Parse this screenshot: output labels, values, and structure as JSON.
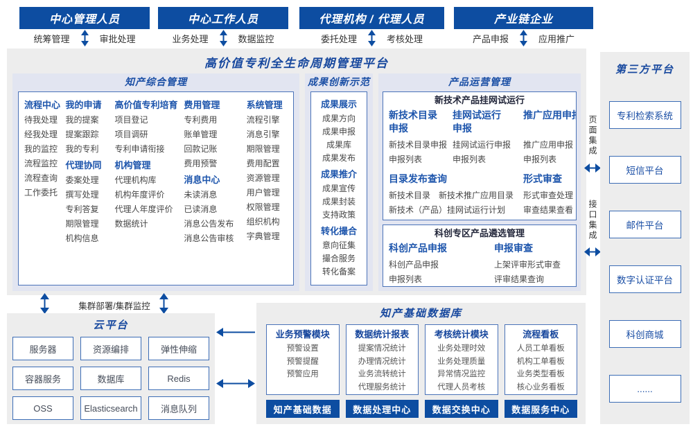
{
  "colors": {
    "primary_blue": "#0d4da1",
    "title_blue": "#17489e",
    "header_blue": "#1d55ac",
    "panel_bg": "#e2e5f1",
    "gray_bg": "#ededed",
    "border_blue": "#4a72b8"
  },
  "top_groups": [
    {
      "title": "中心管理人员",
      "left": "统筹管理",
      "right": "审批处理"
    },
    {
      "title": "中心工作人员",
      "left": "业务处理",
      "right": "数据监控"
    },
    {
      "title": "代理机构 / 代理人员",
      "left": "委托处理",
      "right": "考核处理"
    },
    {
      "title": "产业链企业",
      "left": "产品申报",
      "right": "应用推广"
    }
  ],
  "platform_title": "高价值专利全生命周期管理平台",
  "ip": {
    "title": "知产综合管理",
    "groups": {
      "process": {
        "header": "流程中心",
        "items": [
          "待我处理",
          "经我处理",
          "我的监控",
          "流程监控",
          "流程查询",
          "工作委托"
        ]
      },
      "my_apply": {
        "header": "我的申请",
        "items": [
          "我的提案",
          "提案跟踪",
          "我的专利"
        ]
      },
      "agency": {
        "header": "代理协同",
        "items": [
          "委案处理",
          "撰写处理",
          "专利答复",
          "期限管理",
          "机构信息"
        ]
      },
      "cultivate": {
        "header": "高价值专利培育",
        "items": [
          "项目登记",
          "项目调研",
          "专利申请衔接"
        ]
      },
      "org": {
        "header": "机构管理",
        "items": [
          "代理机构库",
          "机构年度评价",
          "代理人年度评价",
          "数据统计"
        ]
      },
      "fee": {
        "header": "费用管理",
        "items": [
          "专利费用",
          "账单管理",
          "回款记账",
          "费用预警"
        ]
      },
      "message": {
        "header": "消息中心",
        "items": [
          "未读消息",
          "已读消息",
          "消息公告发布",
          "消息公告审核"
        ]
      },
      "system": {
        "header": "系统管理",
        "items": [
          "流程引擎",
          "消息引擎",
          "期限管理",
          "费用配置",
          "资源管理",
          "用户管理",
          "权限管理",
          "组织机构",
          "字典管理"
        ]
      }
    }
  },
  "achievement": {
    "title": "成果创新示范",
    "groups": {
      "display": {
        "header": "成果展示",
        "items": [
          "成果方向",
          "成果申报",
          "成果库",
          "成果发布"
        ]
      },
      "promo": {
        "header": "成果推介",
        "items": [
          "成果宣传",
          "成果封装",
          "支持政策"
        ]
      },
      "match": {
        "header": "转化撮合",
        "items": [
          "意向征集",
          "撮合服务",
          "转化备案"
        ]
      }
    }
  },
  "product_ops": {
    "title": "产品运营管理",
    "box1": {
      "title": "新技术产品挂网试运行",
      "g1": {
        "header": "新技术目录申报",
        "items": [
          "新技术目录申报",
          "申报列表"
        ]
      },
      "g2": {
        "header": "挂网试运行申报",
        "items": [
          "挂网试运行申报",
          "申报列表"
        ]
      },
      "g3": {
        "header": "推广应用申报",
        "items": [
          "推广应用申报",
          "申报列表"
        ]
      },
      "g4": {
        "header": "目录发布查询",
        "items": [
          "新技术目录",
          "新技术推广应用目录",
          "新技术（产品）挂网试运行计划"
        ]
      },
      "g5": {
        "header": "形式审查",
        "items": [
          "形式审查处理",
          "审查结果查看"
        ]
      }
    },
    "box2": {
      "title": "科创专区产品遴选管理",
      "g1": {
        "header": "科创产品申报",
        "items": [
          "科创产品申报",
          "申报列表"
        ]
      },
      "g2": {
        "header": "申报审查",
        "items": [
          "上架评审形式审查",
          "评审结果查询"
        ]
      }
    }
  },
  "cluster_label": "集群部署/集群监控",
  "cloud": {
    "title": "云平台",
    "items": [
      "服务器",
      "资源编排",
      "弹性伸缩",
      "容器服务",
      "数据库",
      "Redis",
      "OSS",
      "Elasticsearch",
      "消息队列"
    ]
  },
  "database": {
    "title": "知产基础数据库",
    "modules": [
      {
        "header": "业务预警模块",
        "items": [
          "预警设置",
          "预警提醒",
          "预警应用"
        ],
        "bar": "知产基础数据"
      },
      {
        "header": "数据统计报表",
        "items": [
          "提案情况统计",
          "办理情况统计",
          "业务流转统计",
          "代理服务统计"
        ],
        "bar": "数据处理中心"
      },
      {
        "header": "考核统计模块",
        "items": [
          "业务处理时效",
          "业务处理质量",
          "异常情况监控",
          "代理人员考核"
        ],
        "bar": "数据交换中心"
      },
      {
        "header": "流程看板",
        "items": [
          "人员工单看板",
          "机构工单看板",
          "业务类型看板",
          "核心业务看板"
        ],
        "bar": "数据服务中心"
      }
    ]
  },
  "integration": {
    "page": "页面集成",
    "api": "接口集成"
  },
  "third_party": {
    "title": "第三方平台",
    "items": [
      "专利检索系统",
      "短信平台",
      "邮件平台",
      "数字认证平台",
      "科创商城",
      "......"
    ]
  }
}
